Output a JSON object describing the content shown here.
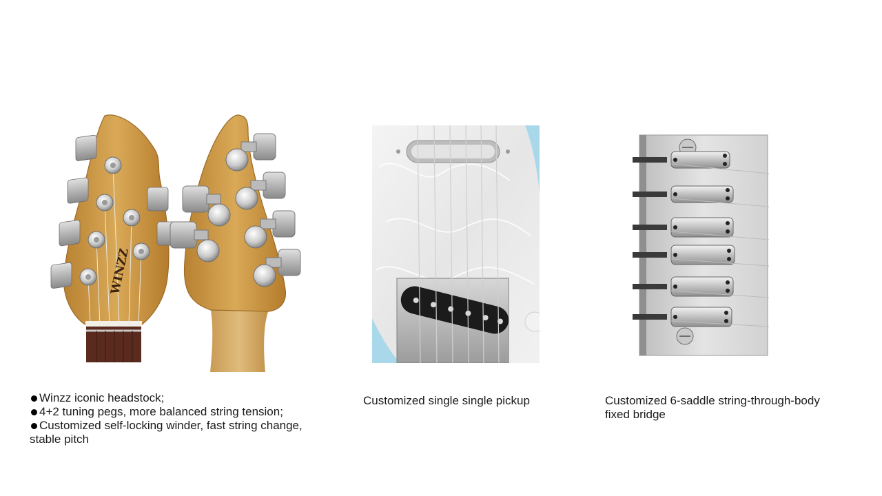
{
  "headstock": {
    "logo_text": "WINZZ",
    "features": [
      "Winzz iconic headstock;",
      "4+2 tuning pegs, more balanced string tension;",
      "Customized self-locking winder, fast string change,",
      "stable pitch"
    ]
  },
  "pickup": {
    "caption": "Customized single single pickup"
  },
  "bridge": {
    "caption_line1": "Customized 6-saddle string-through-body",
    "caption_line2": "fixed bridge"
  },
  "colors": {
    "wood": "#c9953f",
    "chrome": "#d9d9d9",
    "pearl": "#ececec",
    "body_blue": "#a9d8ea",
    "fretboard": "#5a2a1e"
  }
}
